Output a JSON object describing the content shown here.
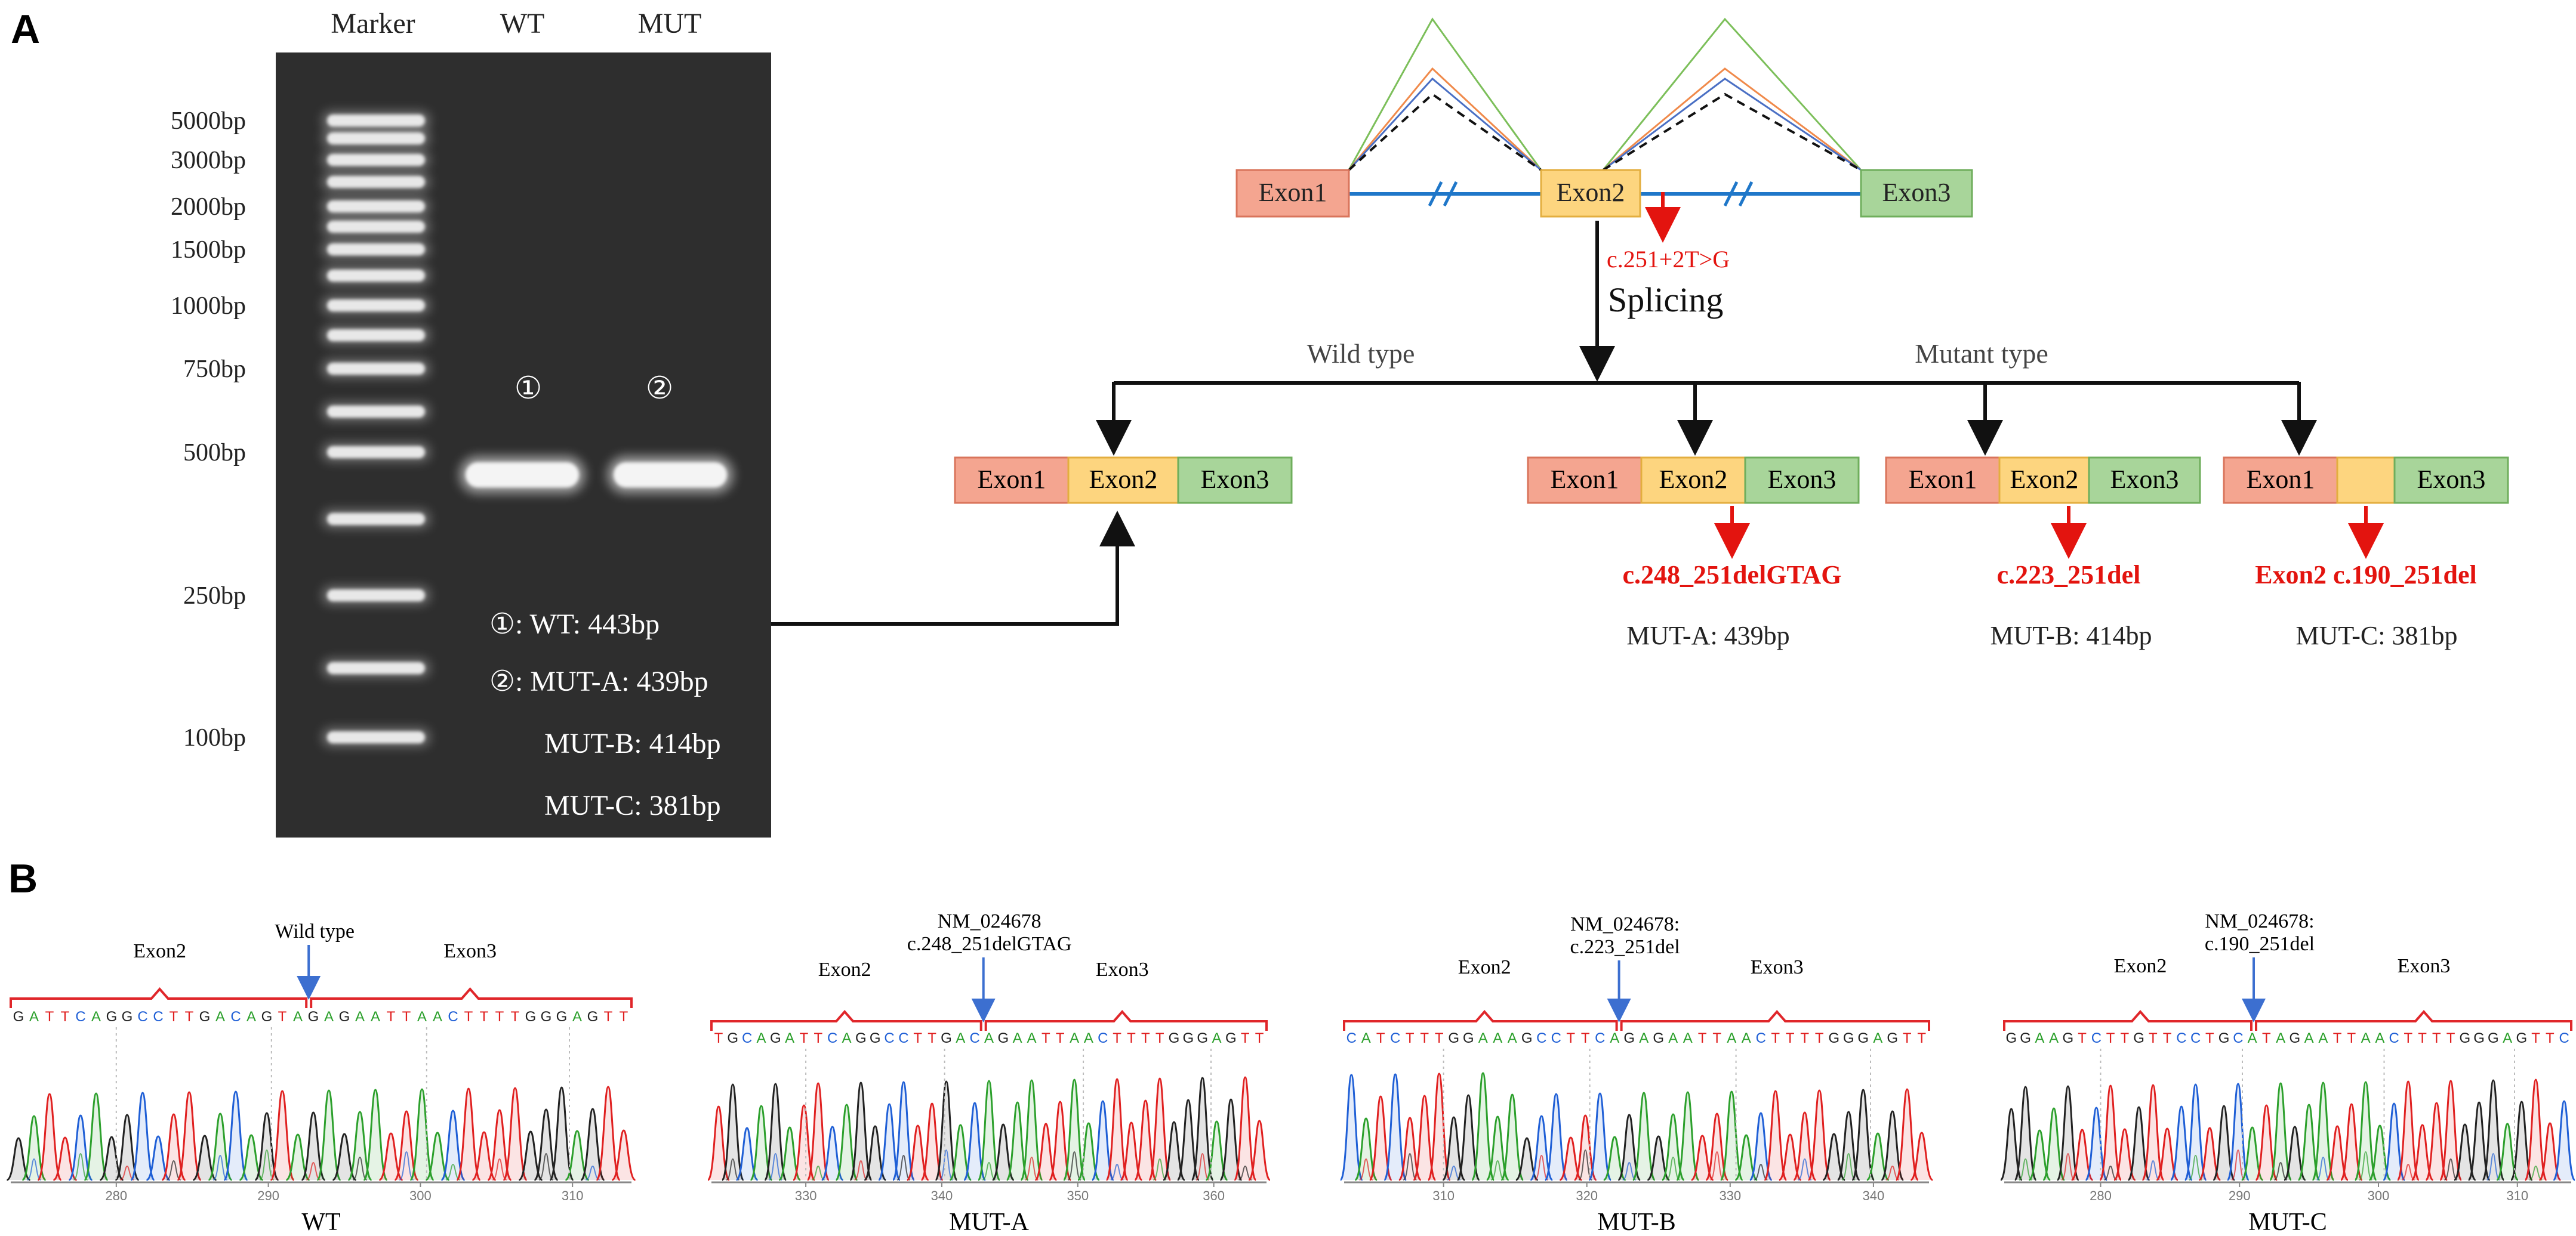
{
  "panel_a": {
    "letter": "A",
    "gel": {
      "lane_labels": [
        "Marker",
        "WT",
        "MUT"
      ],
      "ladder": [
        "5000bp",
        "3000bp",
        "2000bp",
        "1500bp",
        "1000bp",
        "750bp",
        "500bp",
        "250bp",
        "100bp"
      ],
      "lane_markers": [
        "①",
        "②"
      ],
      "legend": [
        "①: WT: 443bp",
        "②: MUT-A: 439bp",
        "MUT-B: 414bp",
        "MUT-C: 381bp"
      ]
    },
    "splicing": {
      "exons": [
        "Exon1",
        "Exon2",
        "Exon3"
      ],
      "mutation": "c.251+2T>G",
      "splicing_label": "Splicing",
      "wild_type_label": "Wild type",
      "mutant_type_label": "Mutant type",
      "products": [
        {
          "exons": [
            "Exon1",
            "Exon2",
            "Exon3"
          ],
          "deletion": "",
          "size": ""
        },
        {
          "exons": [
            "Exon1",
            "Exon2",
            "Exon3"
          ],
          "deletion": "c.248_251delGTAG",
          "size": "MUT-A: 439bp"
        },
        {
          "exons": [
            "Exon1",
            "Exon2",
            "Exon3"
          ],
          "deletion": "c.223_251del",
          "size": "MUT-B: 414bp"
        },
        {
          "exons": [
            "Exon1",
            "",
            "Exon3"
          ],
          "deletion": "Exon2 c.190_251del",
          "size": "MUT-C: 381bp"
        }
      ]
    }
  },
  "panel_b": {
    "letter": "B",
    "traces": [
      {
        "name": "WT",
        "exon_left": "Exon2",
        "exon_right": "Exon3",
        "junction": [
          "Wild type"
        ],
        "sequence": "GATTCAGGCCTTGACAGTAGAGAATTAACTTTTGGGAGTT",
        "ticks": [
          "280",
          "290",
          "300",
          "310"
        ]
      },
      {
        "name": "MUT-A",
        "exon_left": "Exon2",
        "exon_right": "Exon3",
        "junction": [
          "NM_024678",
          "c.248_251delGTAG"
        ],
        "sequence": "TGCAGATTCAGGCCTTGACAGAATTAACTTTTGGGAGTT",
        "ticks": [
          "330",
          "340",
          "350",
          "360"
        ]
      },
      {
        "name": "MUT-B",
        "exon_left": "Exon2",
        "exon_right": "Exon3",
        "junction": [
          "NM_024678:",
          "c.223_251del"
        ],
        "sequence": "CATCTTTGGAAAGCCTTCAGAGAATTAACTTTTGGGAGTT",
        "ticks": [
          "310",
          "320",
          "330",
          "340"
        ]
      },
      {
        "name": "MUT-C",
        "exon_left": "Exon2",
        "exon_right": "Exon3",
        "junction": [
          "NM_024678:",
          "c.190_251del"
        ],
        "sequence": "GGAAGTCTTGTTCCTGCATAGAATTAACTTTTGGGAGTTC",
        "ticks": [
          "280",
          "290",
          "300",
          "310"
        ]
      }
    ]
  },
  "colors": {
    "exon1": "#f4a590",
    "exon1_border": "#d9745b",
    "exon2": "#fdd57f",
    "exon2_border": "#e3ae3f",
    "exon3": "#a8d59a",
    "exon3_border": "#6fae5c",
    "intron_line": "#1f77c9",
    "mutation_red": "#e3140f",
    "arc_green": "#7cbf5a",
    "arc_orange": "#f08a4b",
    "arc_blue": "#4a6fc4",
    "base_A": "#2ca02c",
    "base_C": "#1f5fd6",
    "base_G": "#222222",
    "base_T": "#e02020",
    "bracket_red": "#e0262a",
    "arrow_blue": "#3c6fd0"
  }
}
